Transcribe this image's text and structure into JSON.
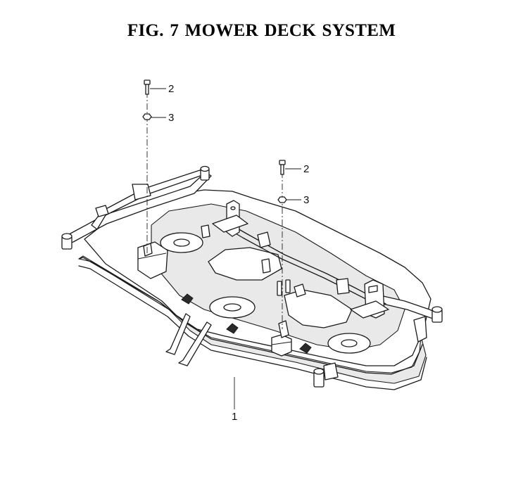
{
  "figure": {
    "title": "FIG.  7  MOWER DECK SYSTEM"
  },
  "callouts": {
    "deck": "1",
    "bolt_left": "2",
    "nut_left": "3",
    "bolt_right": "2",
    "nut_right": "3"
  }
}
